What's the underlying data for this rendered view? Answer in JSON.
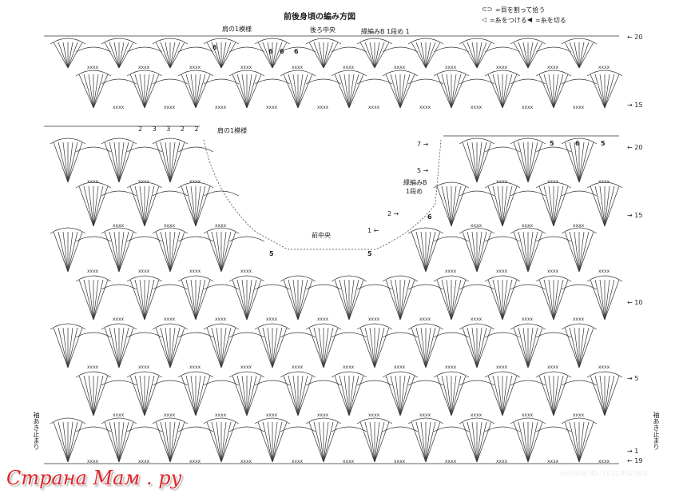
{
  "title": "前後身頃の編み方図",
  "legend": [
    {
      "symbol": "⊂⊃",
      "text": "=目を割って拾う"
    },
    {
      "symbol": "◁",
      "text": "=糸をつける"
    },
    {
      "symbol": "◀",
      "text": "=糸を切る"
    }
  ],
  "back": {
    "shoulder_label": "肩の1模様",
    "center_label": "後ろ中央",
    "edging_label": "縁編みB 1段め 1",
    "counts": [
      "6",
      "6",
      "6",
      "6"
    ],
    "row_markers": [
      "20",
      "15"
    ]
  },
  "front": {
    "shoulder_label": "肩の1模様",
    "shoulder_counts": "2 3 3 2 2",
    "center_label": "前中央",
    "edging_label_line1": "縁編みB",
    "edging_label_line2": "1段め",
    "neck_markers": [
      "7",
      "5",
      "2",
      "1"
    ],
    "counts": [
      "5",
      "6",
      "5",
      "6",
      "5",
      "5"
    ],
    "row_markers": [
      "20",
      "15",
      "10",
      "5",
      "1",
      "19"
    ],
    "armhole_left": "袖あき止まり",
    "armhole_right": "袖あき止まり"
  },
  "watermark": "Страна Мам . ру",
  "rednote": "rednote ID: 1012932568"
}
